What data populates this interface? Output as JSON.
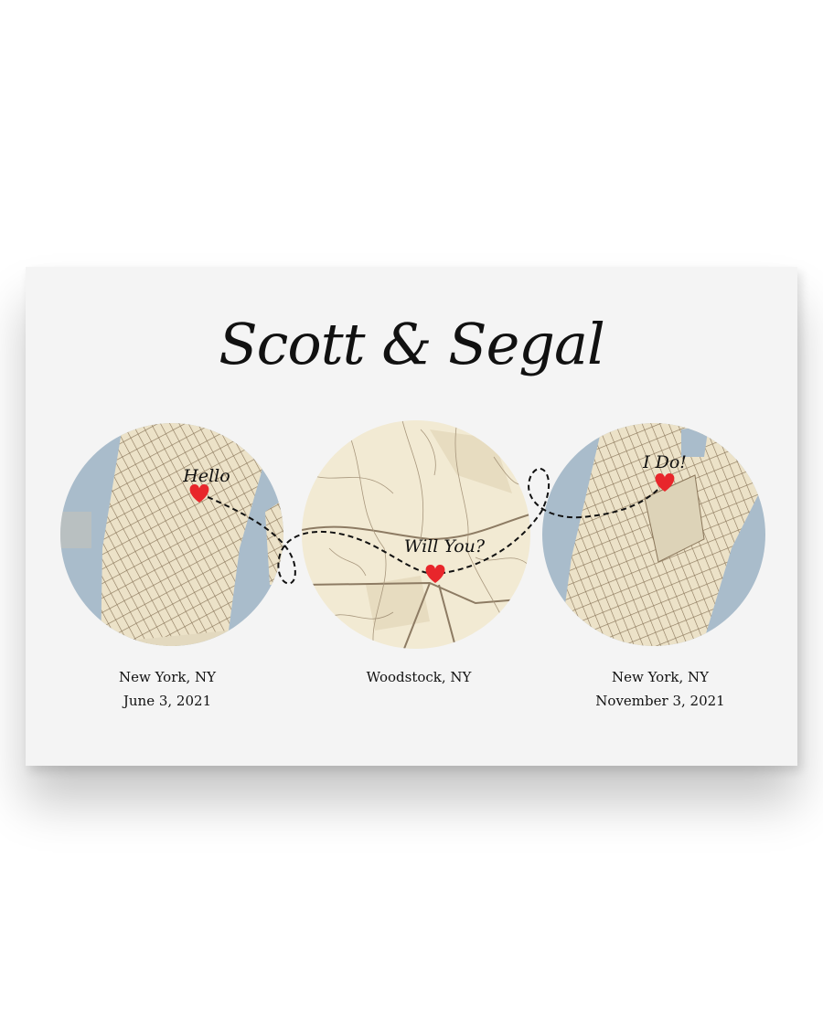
{
  "title": "Scott & Segal",
  "colors": {
    "water": "#a9bccb",
    "land": "#efe6cf",
    "road": "#7d6a52",
    "heart": "#e8262b",
    "background": "#f4f4f4"
  },
  "locations": [
    {
      "caption": "Hello",
      "city": "New York, NY",
      "date": "June 3, 2021"
    },
    {
      "caption": "Will You?",
      "city": "Woodstock, NY",
      "date": ""
    },
    {
      "caption": "I Do!",
      "city": "New York, NY",
      "date": "November 3, 2021"
    }
  ]
}
